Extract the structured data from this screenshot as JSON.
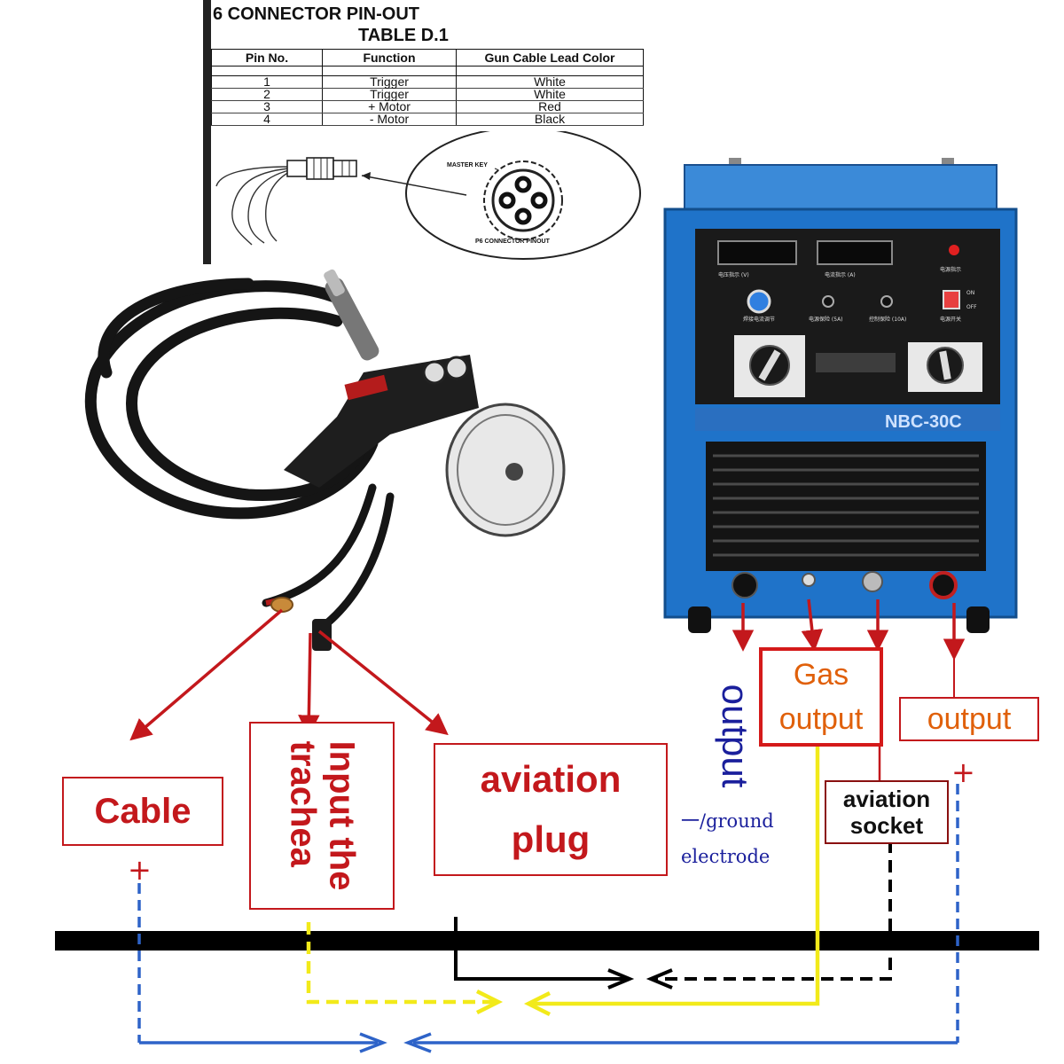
{
  "pinout": {
    "title_line1": "6 CONNECTOR PIN-OUT",
    "title_line2": "TABLE D.1",
    "headers": [
      "Pin No.",
      "Function",
      "Gun Cable Lead Color"
    ],
    "rows": [
      [
        "1",
        "Trigger",
        "White"
      ],
      [
        "2",
        "Trigger",
        "White"
      ],
      [
        "3",
        "+ Motor",
        "Red"
      ],
      [
        "4",
        "- Motor",
        "Black"
      ]
    ],
    "master_key_label": "MASTER KEY",
    "connector_caption": "P6 CONNECTOR PINOUT"
  },
  "machine": {
    "model": "NBC-30C",
    "indicator_labels": [
      "电压指示 (V)",
      "电流指示 (A)",
      "电源指示"
    ],
    "fuse_labels": [
      "焊接电流调节",
      "电源保险 (5A)",
      "控制保险 (10A)",
      "电源开关"
    ],
    "switch_on": "ON",
    "switch_off": "OFF"
  },
  "labels": {
    "cable": "Cable",
    "input_trachea_line1": "Input the",
    "input_trachea_line2": "trachea",
    "aviation_plug_line1": "aviation",
    "aviation_plug_line2": "plug",
    "gas_output_line1": "Gas",
    "gas_output_line2": "output",
    "output_right": "output",
    "output_vertical": "output",
    "ground_electrode_line1": "一/ground",
    "ground_electrode_line2": "electrode",
    "aviation_socket_line1": "aviation",
    "aviation_socket_line2": "socket",
    "plus_left": "+",
    "plus_right": "+"
  },
  "colors": {
    "label_red": "#c3181c",
    "gas_orange": "#e0600a",
    "machine_blue": "#1f73c9",
    "ground_blue": "#1a1f9c",
    "gas_line_yellow": "#f2ea1a",
    "cable_line_blue": "#2e63c8",
    "control_line_black": "#000000"
  }
}
